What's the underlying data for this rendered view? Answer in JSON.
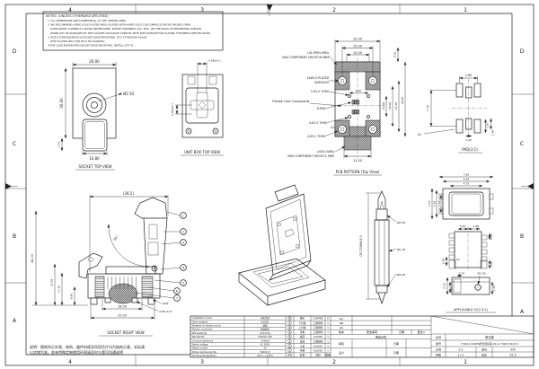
{
  "grid": {
    "cols": [
      "4",
      "3",
      "2",
      "1"
    ],
    "rows": [
      "D",
      "C",
      "B",
      "A"
    ]
  },
  "notes": {
    "title": "NOTES: (UNLESS OTHERWISE SPECIFIED)",
    "lines": [
      "1. ALL DIMENSIONS ARE SYMMETRICAL TO THE CENTER LINES.",
      "2. WE RECOMMEND USING GOLD PLATED PADS (PLATED WITH HARD GOLD 0.0013MM(0.50 MICRO INCHES) (MIN),",
      "OVER NICKEL 0.00889(3.5 MICRO INCHES)(MIN), KNOOP HARDNESS 150~200), ON THE BASIS OF PREVENTING PCB PAD",
      "WORN OUT OR DAMAGED BY TEST SOCKET,OR PLEASE CONSULT WITH PCB SUPPLIER FOR PLATING THICKNESS SPECIFICATION.",
      "3.(FOR SYSTEM BOARD(S1)/SOCKET BASE MOUNTING, QTY 4,THROUGH HOLES",
      "WITH PLATED PAD (FOR M3.0 ISO SCREWS),",
      "4.FOR LOAD BOARD(ATE)/SOCKET BASE MOUNTING, INSTALL QTY 4)"
    ]
  },
  "socket_top": {
    "caption": "SOCKET TOP VIEW",
    "dim_width": "20.00",
    "dim_height": "30.00",
    "dim_offset": "5.54",
    "dim_tab": "10.80",
    "hole": "Ø2.50"
  },
  "unit_box": {
    "caption": "UNIT BOX TOP VIEW",
    "dim_top": "4.06±0.1",
    "dim_left": "4.06±0.1"
  },
  "pcb": {
    "caption": "PCB PATTERN (Top View)",
    "dim_20": "20.00",
    "dim_15": "15.00",
    "dim_10": "10.00",
    "dim_650": "6.50",
    "dim_8": "8.00",
    "dim_v10": "10.00",
    "dim_v18": "18.00",
    "dim_v25": "25.00",
    "dim_v30": "30.00",
    "dim_115": "11.50",
    "lid_area_1": "LID OPEN AREA",
    "lid_area_2": "MAX COMPONENT HEIGHT:6.0MM",
    "plated_1": "4XØ5.0-PLATED",
    "plated_2": "SURFACES",
    "thru_10": "2-Ø1.0 THRU",
    "prohibit": "Prohibit Cloth Components",
    "pad6": "6-PAD",
    "thru_15": "4-Ø1.5 THRU",
    "a1": "A1",
    "thru_22": "4-Ø2.2 THRU",
    "latch_1": "LATCH AREA",
    "latch_2": "MAX COMPONENT HEIGHT:1.5MM"
  },
  "pad_view": {
    "caption": "PAD(3:1)",
    "dim_280": "2.80",
    "dim_530": "5.30",
    "dim_105": "1.05",
    "dim_100": "1.00",
    "dim_140": "1.40",
    "a1": "A1"
  },
  "ic": {
    "caption": "APPLICABLE IC(2.5:1)",
    "dim_769": "7.69",
    "dim_640": "6.40",
    "dim_475": "4.75",
    "dim_554": "5.54",
    "dim_520": "5.20",
    "dim_358": "3.58",
    "dim_345": "3.45",
    "dim_185": "1.85",
    "dim_085": "0.85",
    "dim_240": "2.40",
    "dim_100": "1.00",
    "a1": "A1",
    "dim_070": "0.70",
    "dim_230": "Ø2.30",
    "dim_250": "2.50",
    "dim_165": "1.65",
    "dim_150": "1.50"
  },
  "socket_right": {
    "caption": "SOCKET RIGHT VIEW",
    "dim_365": "(36.5)",
    "dim_44": "44.00",
    "dim_1928": "19.28",
    "dim_1520": "15.20",
    "dim_860": "8.60",
    "dim_18": "18.00",
    "dim_25": "25.00",
    "note_m2": "4-M2",
    "note_c32": "4-Ø3.2×4",
    "angle": "94°",
    "balloons": [
      "1",
      "2",
      "3",
      "4",
      "5",
      "6",
      "7"
    ]
  },
  "probe": {
    "label": "DP-07888-6.3",
    "dim_tip": "Ø0.58",
    "dim_barrel": "Ø0.78",
    "dim_tip2": "Ø0.58"
  },
  "spec": {
    "rows": [
      [
        "Installation mode",
        "老化测试"
      ],
      [
        "Shell material",
        "AL6061"
      ],
      [
        "Material of needle mount",
        "赛钢"
      ],
      [
        "Electric conductor",
        "铍铜镀金"
      ],
      [
        "PIN elasticity",
        "120±15g"
      ],
      [
        "Bandwidth",
        "50GHz/-1dB"
      ],
      [
        "Contact resistance",
        "<50mΩ"
      ],
      [
        "Rated voltage",
        "AC 500V"
      ],
      [
        "Rated current",
        "1A"
      ],
      [
        "Probe mechanical life",
        "50000 次"
      ],
      [
        "Working temperature",
        "-40℃~+150℃"
      ]
    ]
  },
  "parts": {
    "headers": [
      "序号",
      "名称",
      "材料",
      "数量"
    ],
    "rows": [
      [
        "8",
        "探针",
        "COPPER",
        "6"
      ],
      [
        "7",
        "下针板",
        "工程塑料",
        "1"
      ],
      [
        "6",
        "上针板",
        "工程塑料",
        "1"
      ],
      [
        "5",
        "浮板",
        "工程塑料",
        "1"
      ],
      [
        "4",
        "底座",
        "AL6061",
        "1"
      ],
      [
        "3",
        "压块",
        "工程塑料",
        "1"
      ],
      [
        "2",
        "上盖",
        "AL6061",
        "1"
      ],
      [
        "1",
        "手柄",
        "AL6061",
        "1"
      ]
    ]
  },
  "revision": {
    "delta_c": "ΔC",
    "delta_b": "ΔB",
    "delta_a": "ΔA",
    "h_version": "版本",
    "h_change": "更改事项",
    "h_date": "日期",
    "h_by": "更改人",
    "record": "更改记录",
    "audit": "审核",
    "audit_date": "日期",
    "design": "设计",
    "design_date": "日期"
  },
  "info": {
    "name_label": "名称",
    "name_value": "测试座",
    "model_label": "型号",
    "model_value": "HYDZ-LCC6PIN老化测试座-P1.4-7.69X5.54X2.5",
    "scale_label": "比例",
    "scale_value": "1:1",
    "unit_label": "单位",
    "unit_value": "mm",
    "view_label": "视角",
    "view_value": "1=1",
    "version_label": "版本",
    "version_value": "V2.0"
  },
  "footnote": {
    "line1": "说明：图纸所示外观、结构、器件料规及所用芯片均为结构示意，实际请",
    "line2": "以实物为准。若有特殊定制使用环境请及时与我司沟通说明"
  }
}
